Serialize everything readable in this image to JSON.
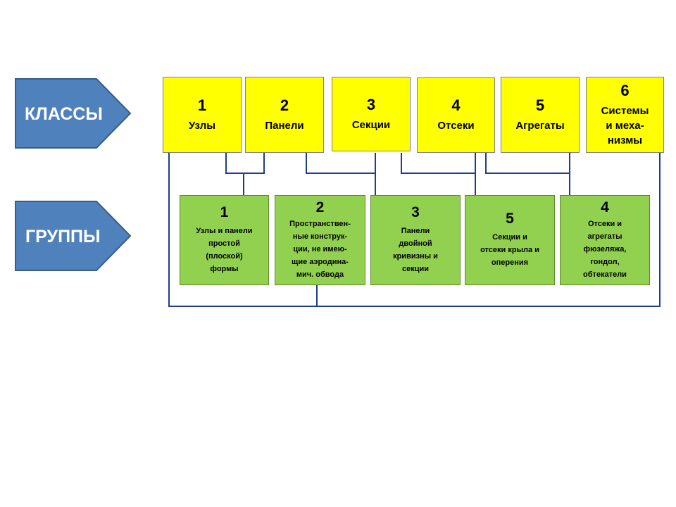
{
  "side_labels": {
    "classes": "КЛАССЫ",
    "groups": "ГРУППЫ"
  },
  "classes": [
    {
      "num": "1",
      "name": "Узлы"
    },
    {
      "num": "2",
      "name": "Панели"
    },
    {
      "num": "3",
      "name": "Секции"
    },
    {
      "num": "4",
      "name": "Отсеки"
    },
    {
      "num": "5",
      "name": "Агрегаты"
    },
    {
      "num": "6",
      "name": "Системы и меха-низмы",
      "lines": [
        "Системы",
        "и меха-",
        "низмы"
      ]
    }
  ],
  "groups": [
    {
      "num": "1",
      "name": "Узлы и панели простой (плоской) формы",
      "lines": [
        "Узлы и панели",
        "простой",
        "(плоской)",
        "формы"
      ]
    },
    {
      "num": "2",
      "name": "Пространствен-ные конструк-ции, не имею-щие аэродина-мич. обвода",
      "lines": [
        "Пространствен-",
        "ные конструк-",
        "ции, не имею-",
        "щие аэродина-",
        "мич. обвода"
      ]
    },
    {
      "num": "3",
      "name": "Панели двойной кривизны и секции",
      "lines": [
        "Панели",
        "двойной",
        "кривизны и",
        "секции"
      ]
    },
    {
      "num": "5",
      "name": "Секции и отсеки крыла и оперения",
      "lines": [
        "Секции и",
        "отсеки крыла и",
        "оперения"
      ]
    },
    {
      "num": "4",
      "name": "Отсеки и агрегаты фюзеляжа, гондол, обтекатели",
      "lines": [
        "Отсеки и",
        "агрегаты",
        "фюзеляжа,",
        "гондол,",
        "обтекатели"
      ]
    }
  ],
  "colors": {
    "arrow_fill": "#4f81bd",
    "arrow_stroke": "#385d8a",
    "class_fill": "#ffff00",
    "group_fill": "#92d050",
    "connector": "#1f3d8c"
  }
}
